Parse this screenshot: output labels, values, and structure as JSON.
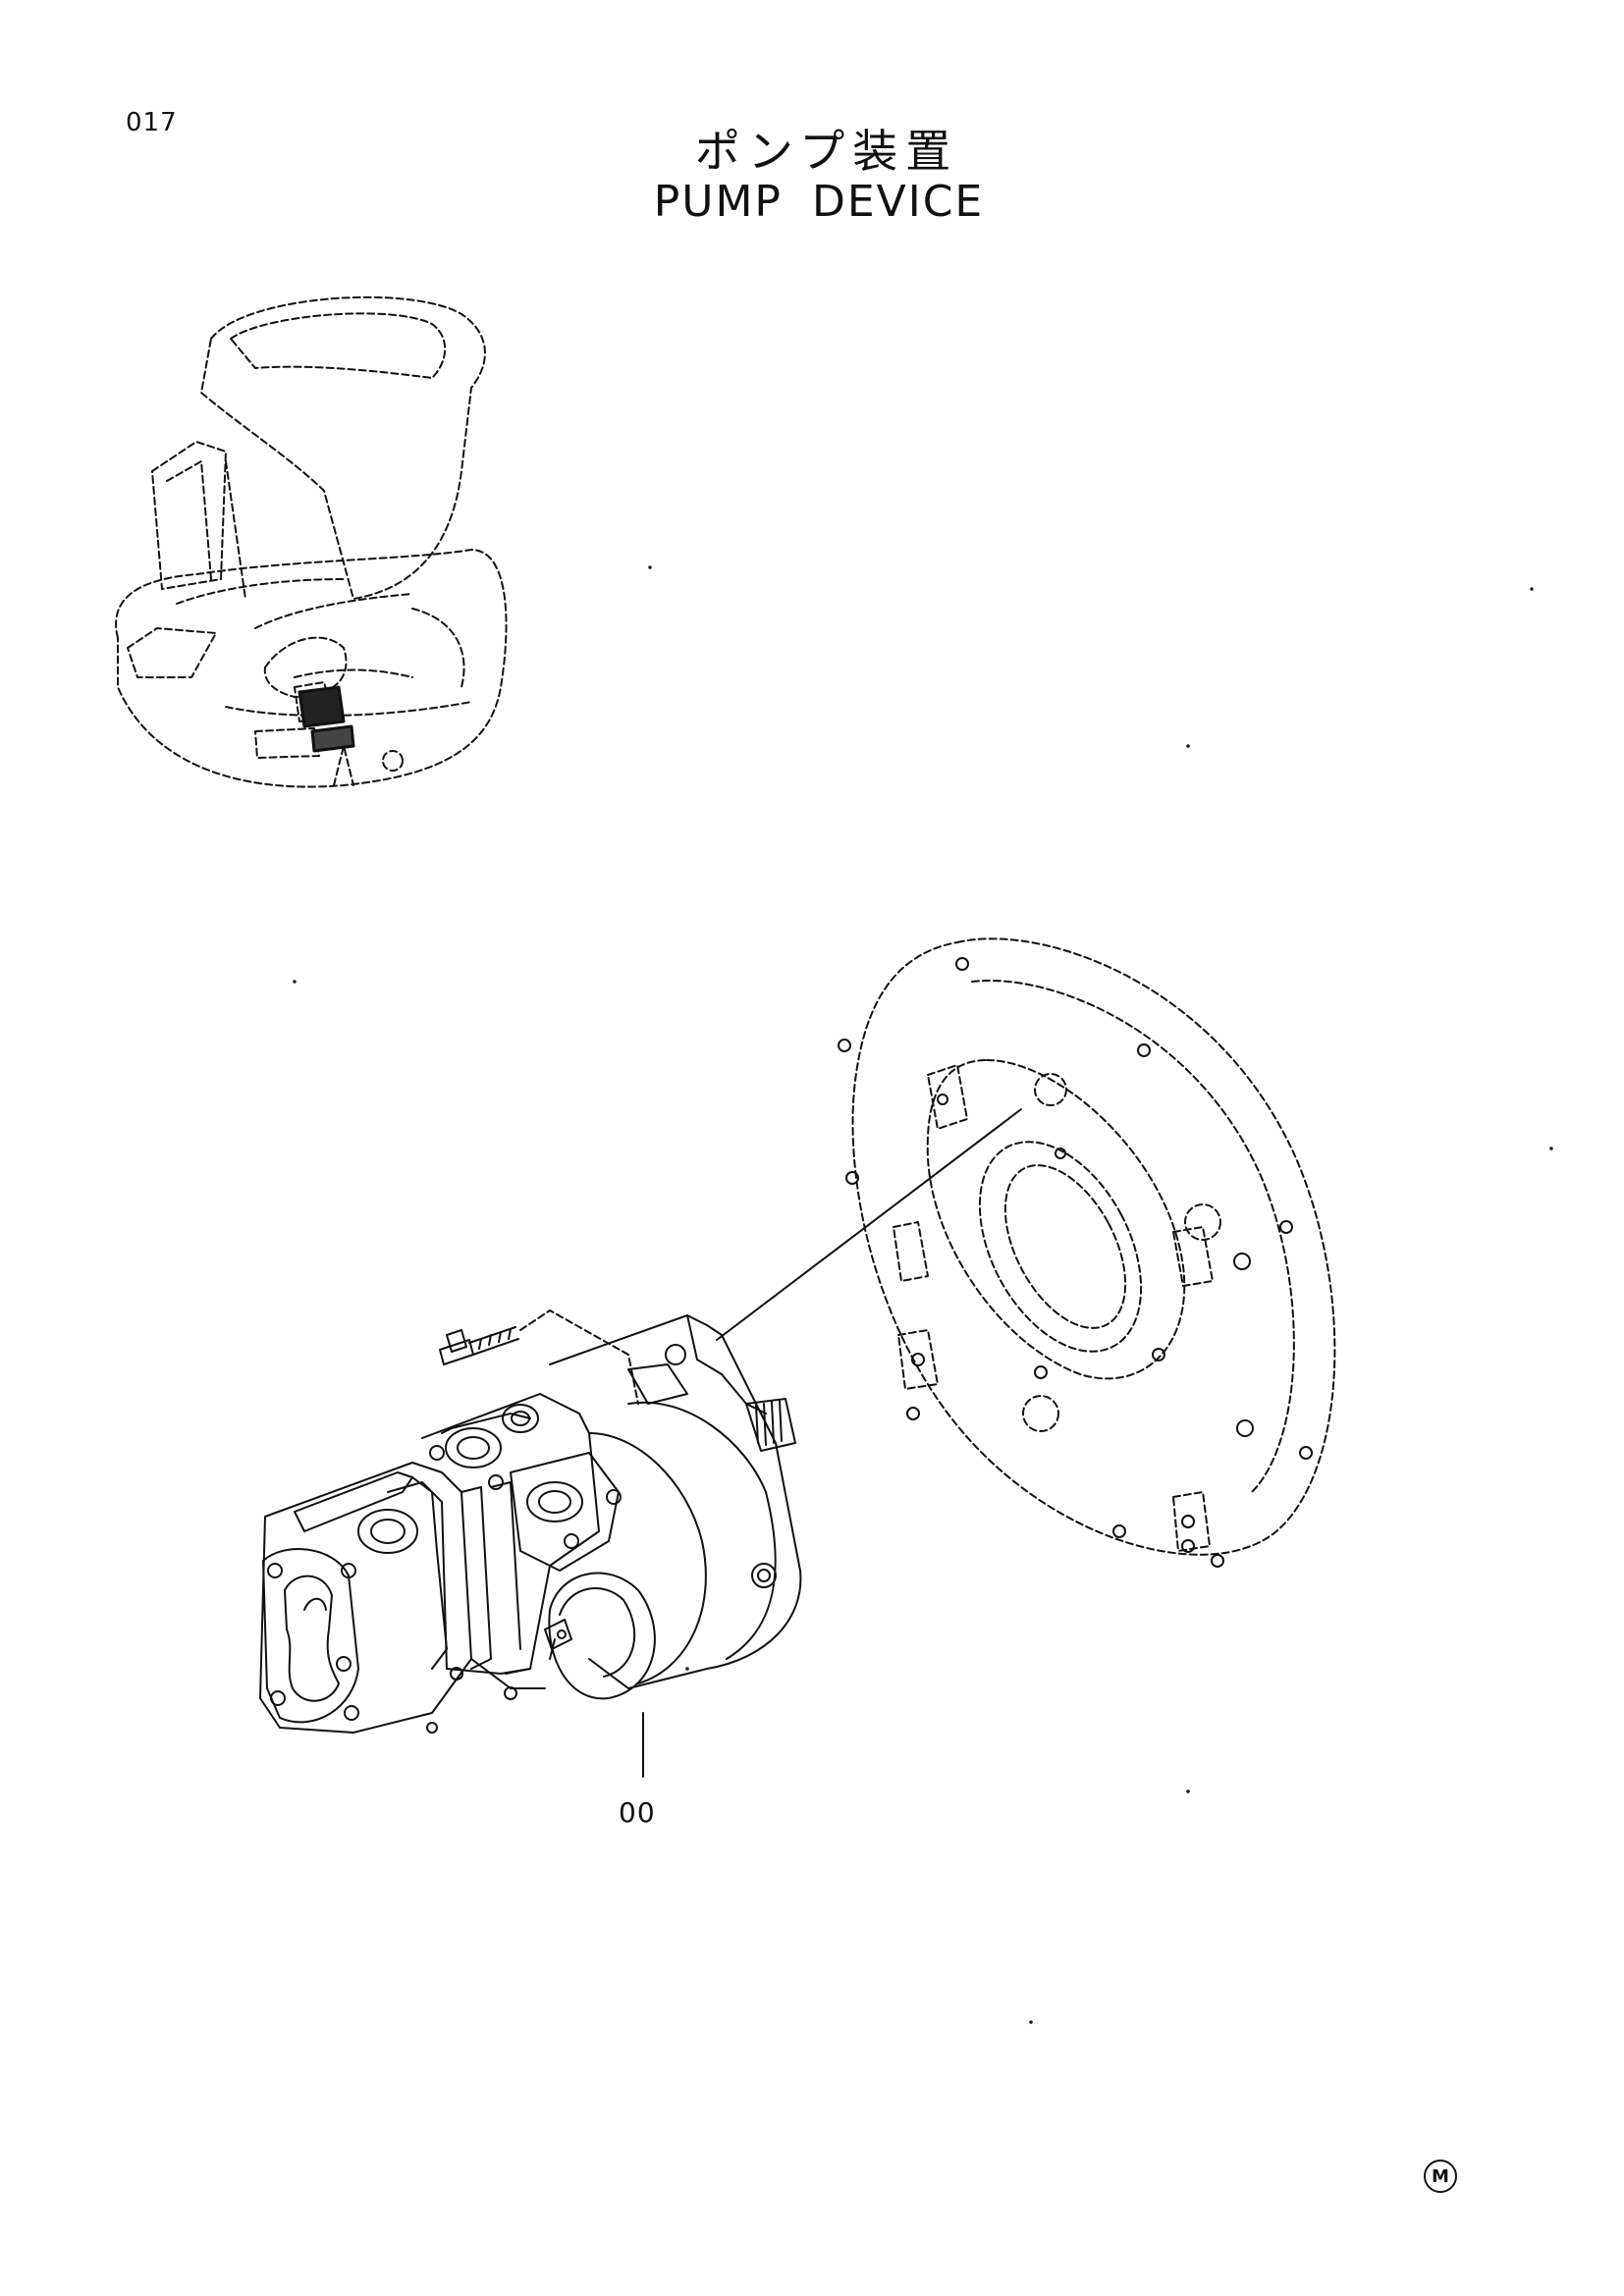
{
  "page": {
    "number": "017"
  },
  "title": {
    "japanese": "ポンプ装置",
    "english": "PUMP DEVICE"
  },
  "callouts": [
    {
      "label": "00"
    }
  ],
  "footer": {
    "mark": "M"
  },
  "colors": {
    "line": "#111111",
    "background": "#ffffff"
  }
}
